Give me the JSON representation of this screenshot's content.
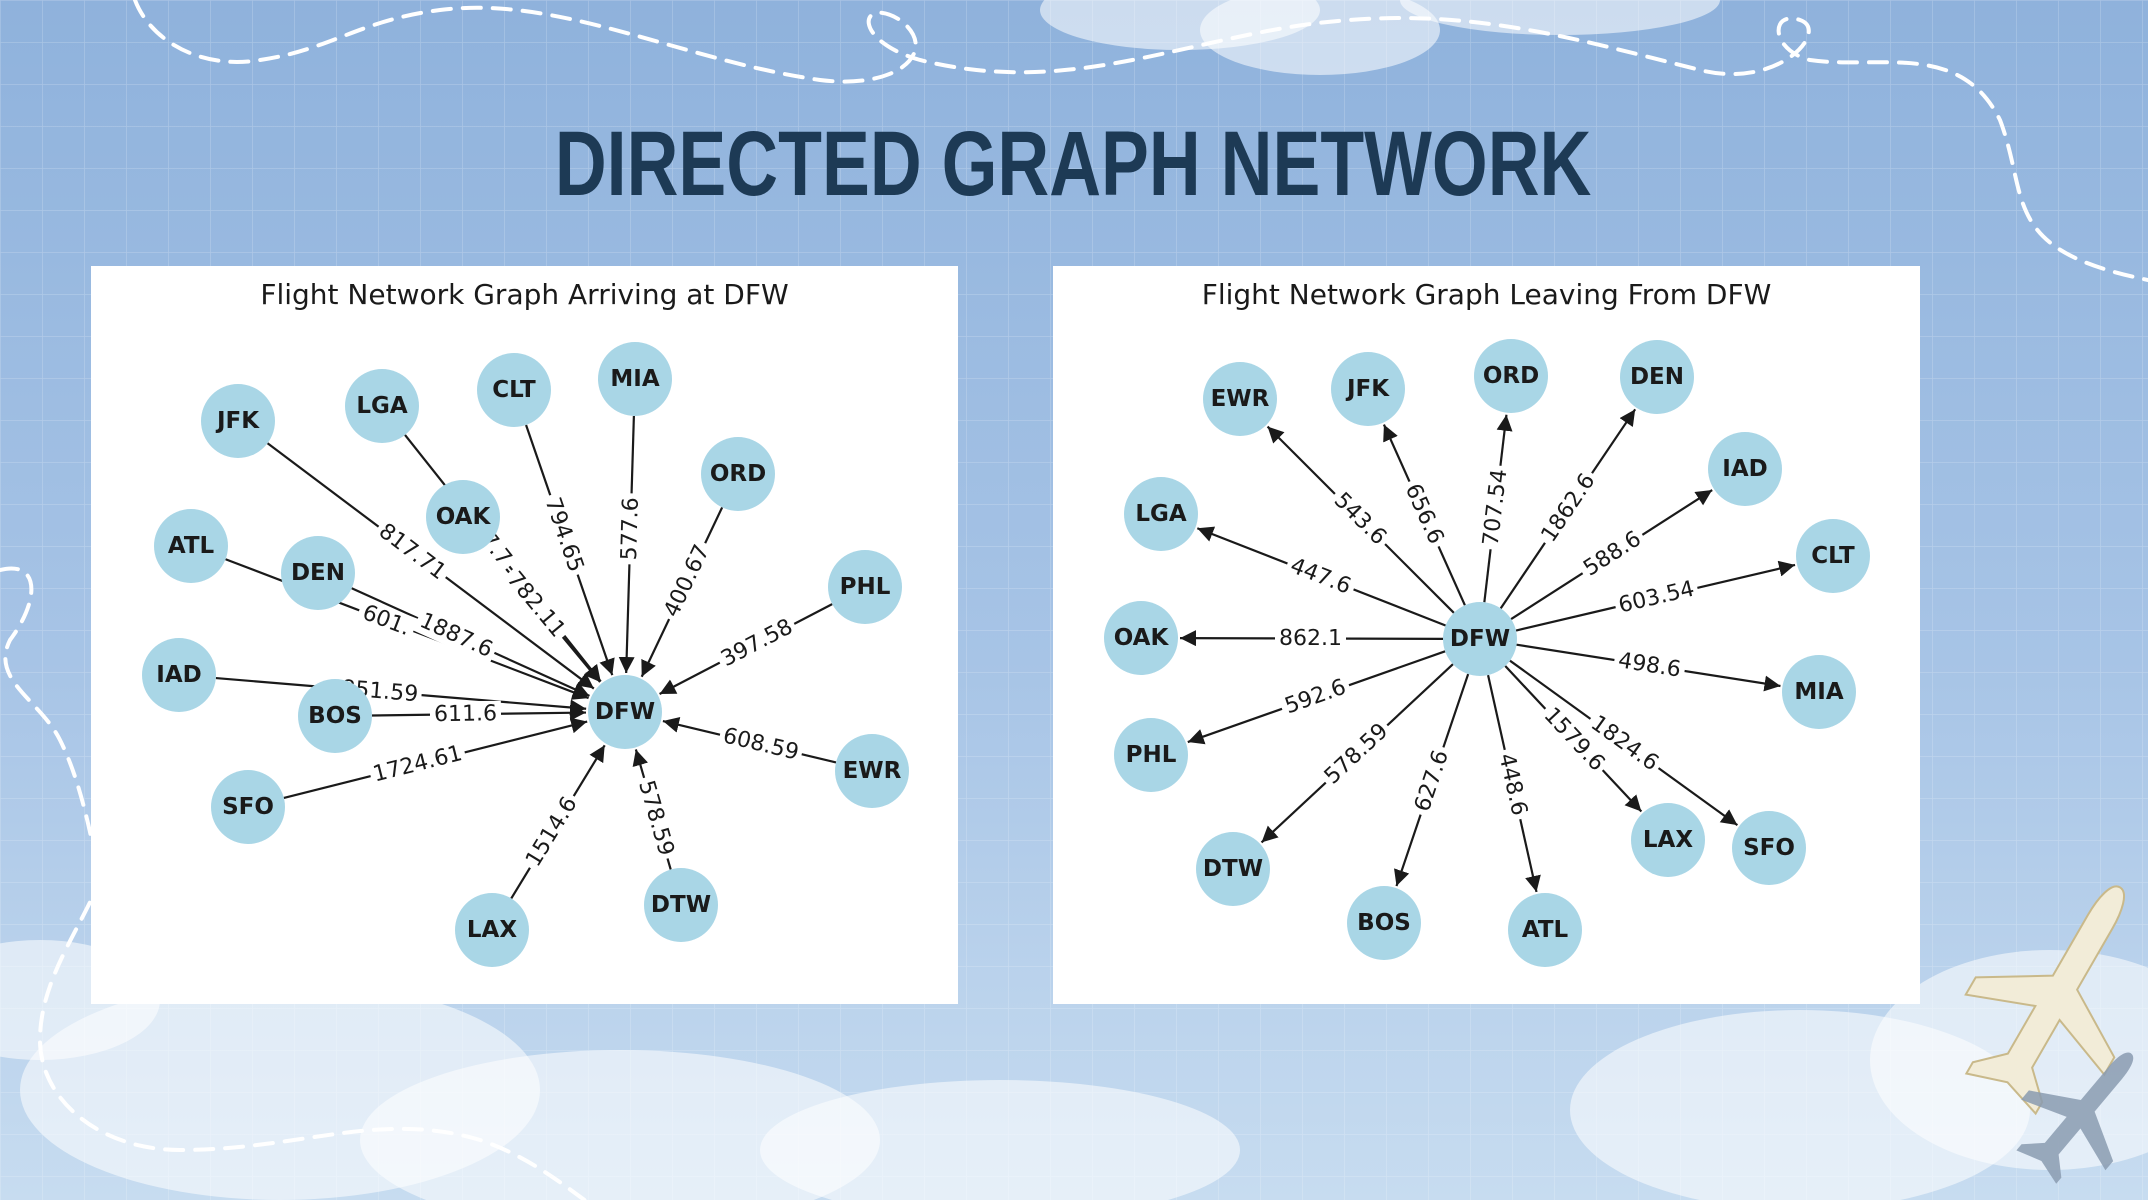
{
  "slide": {
    "title": "DIRECTED GRAPH NETWORK"
  },
  "colors": {
    "background": "#9dbde0",
    "node_fill": "#a9d6e6",
    "title": "#1d3a55"
  },
  "diagrams": [
    {
      "title": "Flight Network Graph Arriving at DFW",
      "direction": "inbound",
      "hub": "DFW",
      "edges": [
        {
          "node": "JFK",
          "weight": "817.71"
        },
        {
          "node": "LGA",
          "weight": "47.7"
        },
        {
          "node": "OAK",
          "weight": "782.11"
        },
        {
          "node": "CLT",
          "weight": "794.65"
        },
        {
          "node": "MIA",
          "weight": "577.6"
        },
        {
          "node": "ORD",
          "weight": "400.67"
        },
        {
          "node": "PHL",
          "weight": "397.58"
        },
        {
          "node": "EWR",
          "weight": "608.59"
        },
        {
          "node": "DTW",
          "weight": "578.59"
        },
        {
          "node": "LAX",
          "weight": "1514.6"
        },
        {
          "node": "SFO",
          "weight": "1724.61"
        },
        {
          "node": "BOS",
          "weight": "611.6"
        },
        {
          "node": "IAD",
          "weight": "851.59"
        },
        {
          "node": "ATL",
          "weight": "601."
        },
        {
          "node": "DEN",
          "weight": "1887.6"
        }
      ]
    },
    {
      "title": "Flight Network Graph Leaving From DFW",
      "direction": "outbound",
      "hub": "DFW",
      "edges": [
        {
          "node": "EWR",
          "weight": "543.6"
        },
        {
          "node": "JFK",
          "weight": "656.6"
        },
        {
          "node": "ORD",
          "weight": "707.54"
        },
        {
          "node": "DEN",
          "weight": "1862.6"
        },
        {
          "node": "IAD",
          "weight": "588.6"
        },
        {
          "node": "CLT",
          "weight": "603.54"
        },
        {
          "node": "MIA",
          "weight": "498.6"
        },
        {
          "node": "SFO",
          "weight": "1824.6"
        },
        {
          "node": "LAX",
          "weight": "1579.6"
        },
        {
          "node": "ATL",
          "weight": "448.6"
        },
        {
          "node": "BOS",
          "weight": "627.6"
        },
        {
          "node": "DTW",
          "weight": "578.59"
        },
        {
          "node": "PHL",
          "weight": "592.6"
        },
        {
          "node": "OAK",
          "weight": "862.1"
        },
        {
          "node": "LGA",
          "weight": "447.6"
        }
      ]
    }
  ]
}
